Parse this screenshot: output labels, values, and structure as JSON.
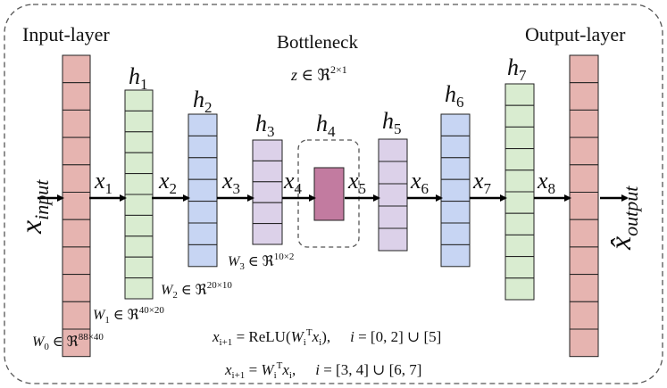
{
  "labels": {
    "input_layer": "Input-layer",
    "output_layer": "Output-layer",
    "bottleneck": "Bottleneck"
  },
  "bottleneck_formula": {
    "var": "z",
    "rel": "∈",
    "set": "ℜ",
    "dim": "2×1"
  },
  "layers": [
    {
      "id": "input",
      "cells": 11,
      "fill": "#e6b4b0",
      "name": ""
    },
    {
      "id": "h1",
      "cells": 10,
      "fill": "#d9ecd0",
      "name": "h",
      "sub": "1"
    },
    {
      "id": "h2",
      "cells": 7,
      "fill": "#c7d5f3",
      "name": "h",
      "sub": "2"
    },
    {
      "id": "h3",
      "cells": 5,
      "fill": "#dcd1e9",
      "name": "h",
      "sub": "3"
    },
    {
      "id": "h4",
      "cells": 1,
      "fill": "#c27ba0",
      "name": "h",
      "sub": "4"
    },
    {
      "id": "h5",
      "cells": 5,
      "fill": "#dcd1e9",
      "name": "h",
      "sub": "5"
    },
    {
      "id": "h6",
      "cells": 7,
      "fill": "#c7d5f3",
      "name": "h",
      "sub": "6"
    },
    {
      "id": "h7",
      "cells": 10,
      "fill": "#d9ecd0",
      "name": "h",
      "sub": "7"
    },
    {
      "id": "output",
      "cells": 11,
      "fill": "#e6b4b0",
      "name": ""
    }
  ],
  "arrows": [
    {
      "name": "x",
      "sub": "1"
    },
    {
      "name": "x",
      "sub": "2"
    },
    {
      "name": "x",
      "sub": "3"
    },
    {
      "name": "x",
      "sub": "4"
    },
    {
      "name": "x",
      "sub": "5"
    },
    {
      "name": "x",
      "sub": "6"
    },
    {
      "name": "x",
      "sub": "7"
    },
    {
      "name": "x",
      "sub": "8"
    }
  ],
  "input_symbol": {
    "name": "x",
    "sub": "input"
  },
  "output_symbol": {
    "name": "x̂",
    "sub": "output"
  },
  "weights": [
    {
      "name": "W",
      "sub": "0",
      "dim": "88×40"
    },
    {
      "name": "W",
      "sub": "1",
      "dim": "40×20"
    },
    {
      "name": "W",
      "sub": "2",
      "dim": "20×10"
    },
    {
      "name": "W",
      "sub": "3",
      "dim": "10×2"
    }
  ],
  "equations": {
    "relu": {
      "lhs": "x",
      "lhs_sub": "i+1",
      "eq": " = ReLU(",
      "w": "W",
      "w_sub": "i",
      "w_sup": "T",
      "x": "x",
      "x_sub": "i",
      "close": "),",
      "range_var": "i",
      "range": " = [0, 2] ∪ [5]"
    },
    "linear": {
      "lhs": "x",
      "lhs_sub": "i+1",
      "eq": " = ",
      "w": "W",
      "w_sub": "i",
      "w_sup": "T",
      "x": "x",
      "x_sub": "i",
      "close": ",",
      "range_var": "i",
      "range": " = [3, 4] ∪ [6, 7]"
    }
  },
  "colors": {
    "frame": "#555555",
    "cell_stroke": "#222222",
    "arrow": "#000000"
  }
}
